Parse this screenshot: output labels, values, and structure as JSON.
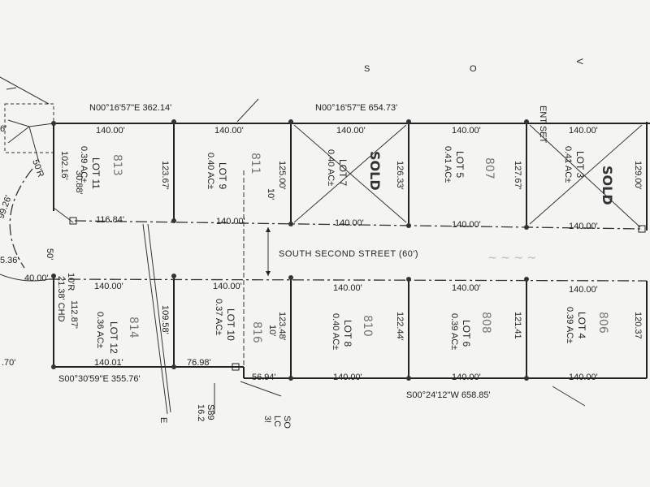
{
  "top_bearing_left": "N00°16'57\"E  362.14'",
  "top_bearing_right": "N00°16'57\"E  654.73'",
  "bottom_bearing_left": "S00°30'59\"E  355.76'",
  "bottom_bearing_right": "S00°24'12\"W  658.85'",
  "street_name": "SOUTH SECOND STREET (60')",
  "top_marks": [
    "S",
    "O",
    "ENT SET"
  ],
  "north_lots": [
    {
      "lot": "LOT 11",
      "area": "0.39 AC±",
      "width": "140.00'",
      "left_depth": "102.16'",
      "right_depth": "123.67'",
      "handwritten": "813",
      "sold": false
    },
    {
      "lot": "LOT 9",
      "area": "0.40 AC±",
      "width": "140.00'",
      "right_depth": "125.00'",
      "handwritten": "811",
      "sold": false
    },
    {
      "lot": "LOT 7",
      "area": "0.40 AC±",
      "width": "140.00'",
      "right_depth": "126.33'",
      "handwritten": "SOLD",
      "sold": true
    },
    {
      "lot": "LOT 5",
      "area": "0.41 AC±",
      "width": "140.00'",
      "right_depth": "127.67'",
      "handwritten": "807",
      "sold": false
    },
    {
      "lot": "LOT 3",
      "area": "0.41 AC±",
      "width": "140.00'",
      "right_depth": "129.00'",
      "handwritten": "SOLD",
      "sold": true
    }
  ],
  "south_lots": [
    {
      "lot": "LOT 12",
      "area": "0.36 AC±",
      "top_width": "140.00'",
      "bottom_width": "140.01'",
      "left_depth": "112.87'",
      "right_depth": "109.58'",
      "handwritten": "814"
    },
    {
      "lot": "LOT 10",
      "area": "0.37 AC±",
      "top_width": "140.00'",
      "bottom_width": "76.98'",
      "right_depth": "123.48'",
      "handwritten": "816"
    },
    {
      "lot": "LOT 8",
      "area": "0.40 AC±",
      "top_width": "140.00'",
      "bottom_width": "140.00'",
      "right_depth": "122.44'",
      "handwritten": "810"
    },
    {
      "lot": "LOT 6",
      "area": "0.39 AC±",
      "top_width": "140.00'",
      "bottom_width": "140.00'",
      "right_depth": "121.41",
      "handwritten": "808"
    },
    {
      "lot": "LOT 4",
      "area": "0.39 AC±",
      "top_width": "140.00'",
      "bottom_width": "140.00'",
      "right_depth": "120.37",
      "handwritten": "806"
    }
  ],
  "misc_labels": {
    "frontage_11": "116.84'",
    "frontage_9": "140.00'",
    "frontage_7": "140.00'",
    "frontage_5": "140.00'",
    "frontage_3": "140.00'",
    "arc_30": "30.88'",
    "arc_99": "99.26'",
    "r50_top": "50'R",
    "r50_mid": "50'",
    "r10": "10'R",
    "chd": "21.38' CHD",
    "sixty": "40.00'",
    "ten_a": "10'",
    "ten_b": "10'",
    "bottom_extra": "56.94'",
    "left_edge_a": "6'",
    "left_edge_b": "5.36'",
    "left_edge_c": ".70'",
    "stub_a": "S89",
    "stub_b": "16.2",
    "stub_c": "SO",
    "stub_d": "LC",
    "stub_e": "3!",
    "stub_f": "E"
  }
}
